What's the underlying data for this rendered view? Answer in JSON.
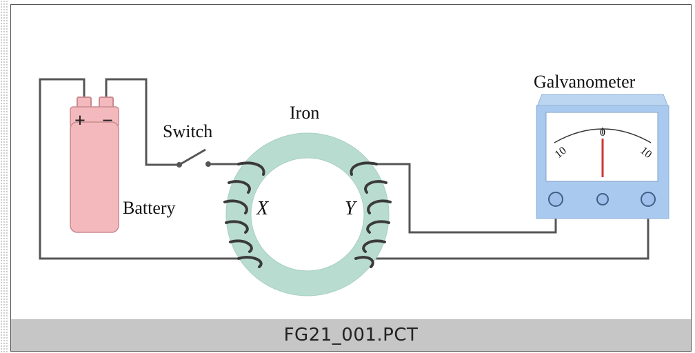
{
  "labels": {
    "battery": "Battery",
    "plus": "+",
    "minus": "−",
    "switch": "Switch",
    "iron": "Iron",
    "coil_x": "X",
    "coil_y": "Y",
    "galvanometer": "Galvanometer",
    "scale_left": "10",
    "scale_center": "0",
    "scale_right": "10"
  },
  "caption": "FG21_001.PCT",
  "colors": {
    "battery_fill": "#f4b9bc",
    "battery_stroke": "#c98a8f",
    "iron_ring": "#b9dcd1",
    "galvanometer_body": "#a9c9ee",
    "galvanometer_face": "#ffffff",
    "needle": "#d0352f",
    "wire": "#555555",
    "coil": "#3a3a3a",
    "caption_bar": "#c6c6c6"
  }
}
